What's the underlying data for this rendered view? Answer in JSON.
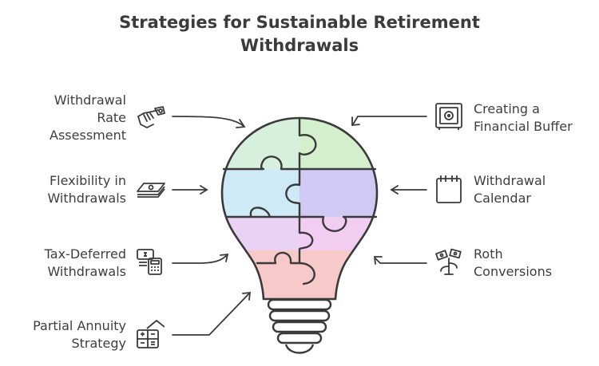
{
  "title": {
    "line1": "Strategies for Sustainable Retirement",
    "line2": "Withdrawals"
  },
  "left_items": [
    {
      "lines": [
        "Withdrawal",
        "Rate",
        "Assessment"
      ],
      "icon": "hand-money-icon"
    },
    {
      "lines": [
        "Flexibility in",
        "Withdrawals"
      ],
      "icon": "cash-stack-icon"
    },
    {
      "lines": [
        "Tax-Deferred",
        "Withdrawals"
      ],
      "icon": "money-calculator-icon"
    },
    {
      "lines": [
        "Partial Annuity",
        "Strategy"
      ],
      "icon": "house-calculator-icon"
    }
  ],
  "right_items": [
    {
      "lines": [
        "Creating a",
        "Financial Buffer"
      ],
      "icon": "safe-icon"
    },
    {
      "lines": [
        "Withdrawal",
        "Calendar"
      ],
      "icon": "calendar-icon"
    },
    {
      "lines": [
        "Roth",
        "Conversions"
      ],
      "icon": "money-plant-icon"
    }
  ],
  "colors": {
    "piece_green": "#d4efcb",
    "piece_lavender": "#cfc9f3",
    "piece_blue": "#cdeaf6",
    "piece_pink": "#f0cdf1",
    "piece_mint": "#d6f0dd",
    "piece_base": "#f8c9c9",
    "outline": "#3a3a3a"
  }
}
